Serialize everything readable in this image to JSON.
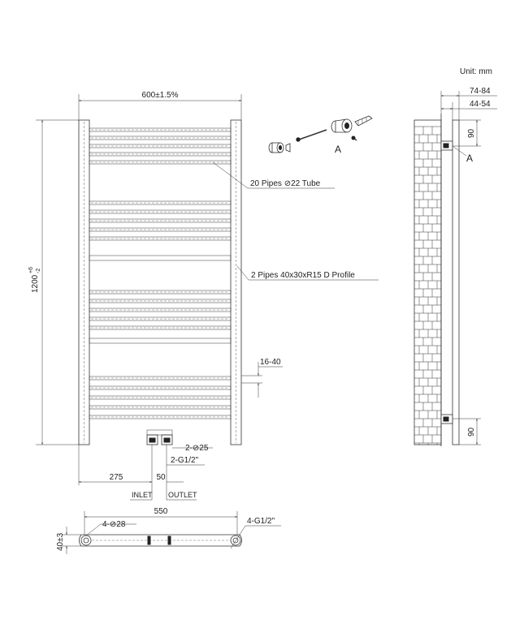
{
  "unit_label": "Unit: mm",
  "front": {
    "width": "600±1.5%",
    "height_base": "1200",
    "height_tol_upper": "+6",
    "height_tol_lower": "-2",
    "pipes_label": "20 Pipes  ⊘22 Tube",
    "profile_label": "2 Pipes 40x30xR15 D Profile",
    "gap_label": "16-40",
    "valve_label": "2-⊘25",
    "thread_label": "2-G1/2\"",
    "offset_label": "275",
    "spacing_label": "50",
    "inlet_label": "INLET",
    "outlet_label": "OUTLET"
  },
  "bracket": {
    "label": "A"
  },
  "side": {
    "depth_outer": "74-84",
    "depth_inner": "44-54",
    "top_offset": "90",
    "bottom_offset": "90",
    "bracket_label": "A"
  },
  "plan": {
    "width": "550",
    "depth": "40±3",
    "holes_label": "4-⊘28",
    "threads_label": "4-G1/2\""
  },
  "colors": {
    "line": "#333333",
    "dash": "#777777",
    "background": "#ffffff"
  }
}
